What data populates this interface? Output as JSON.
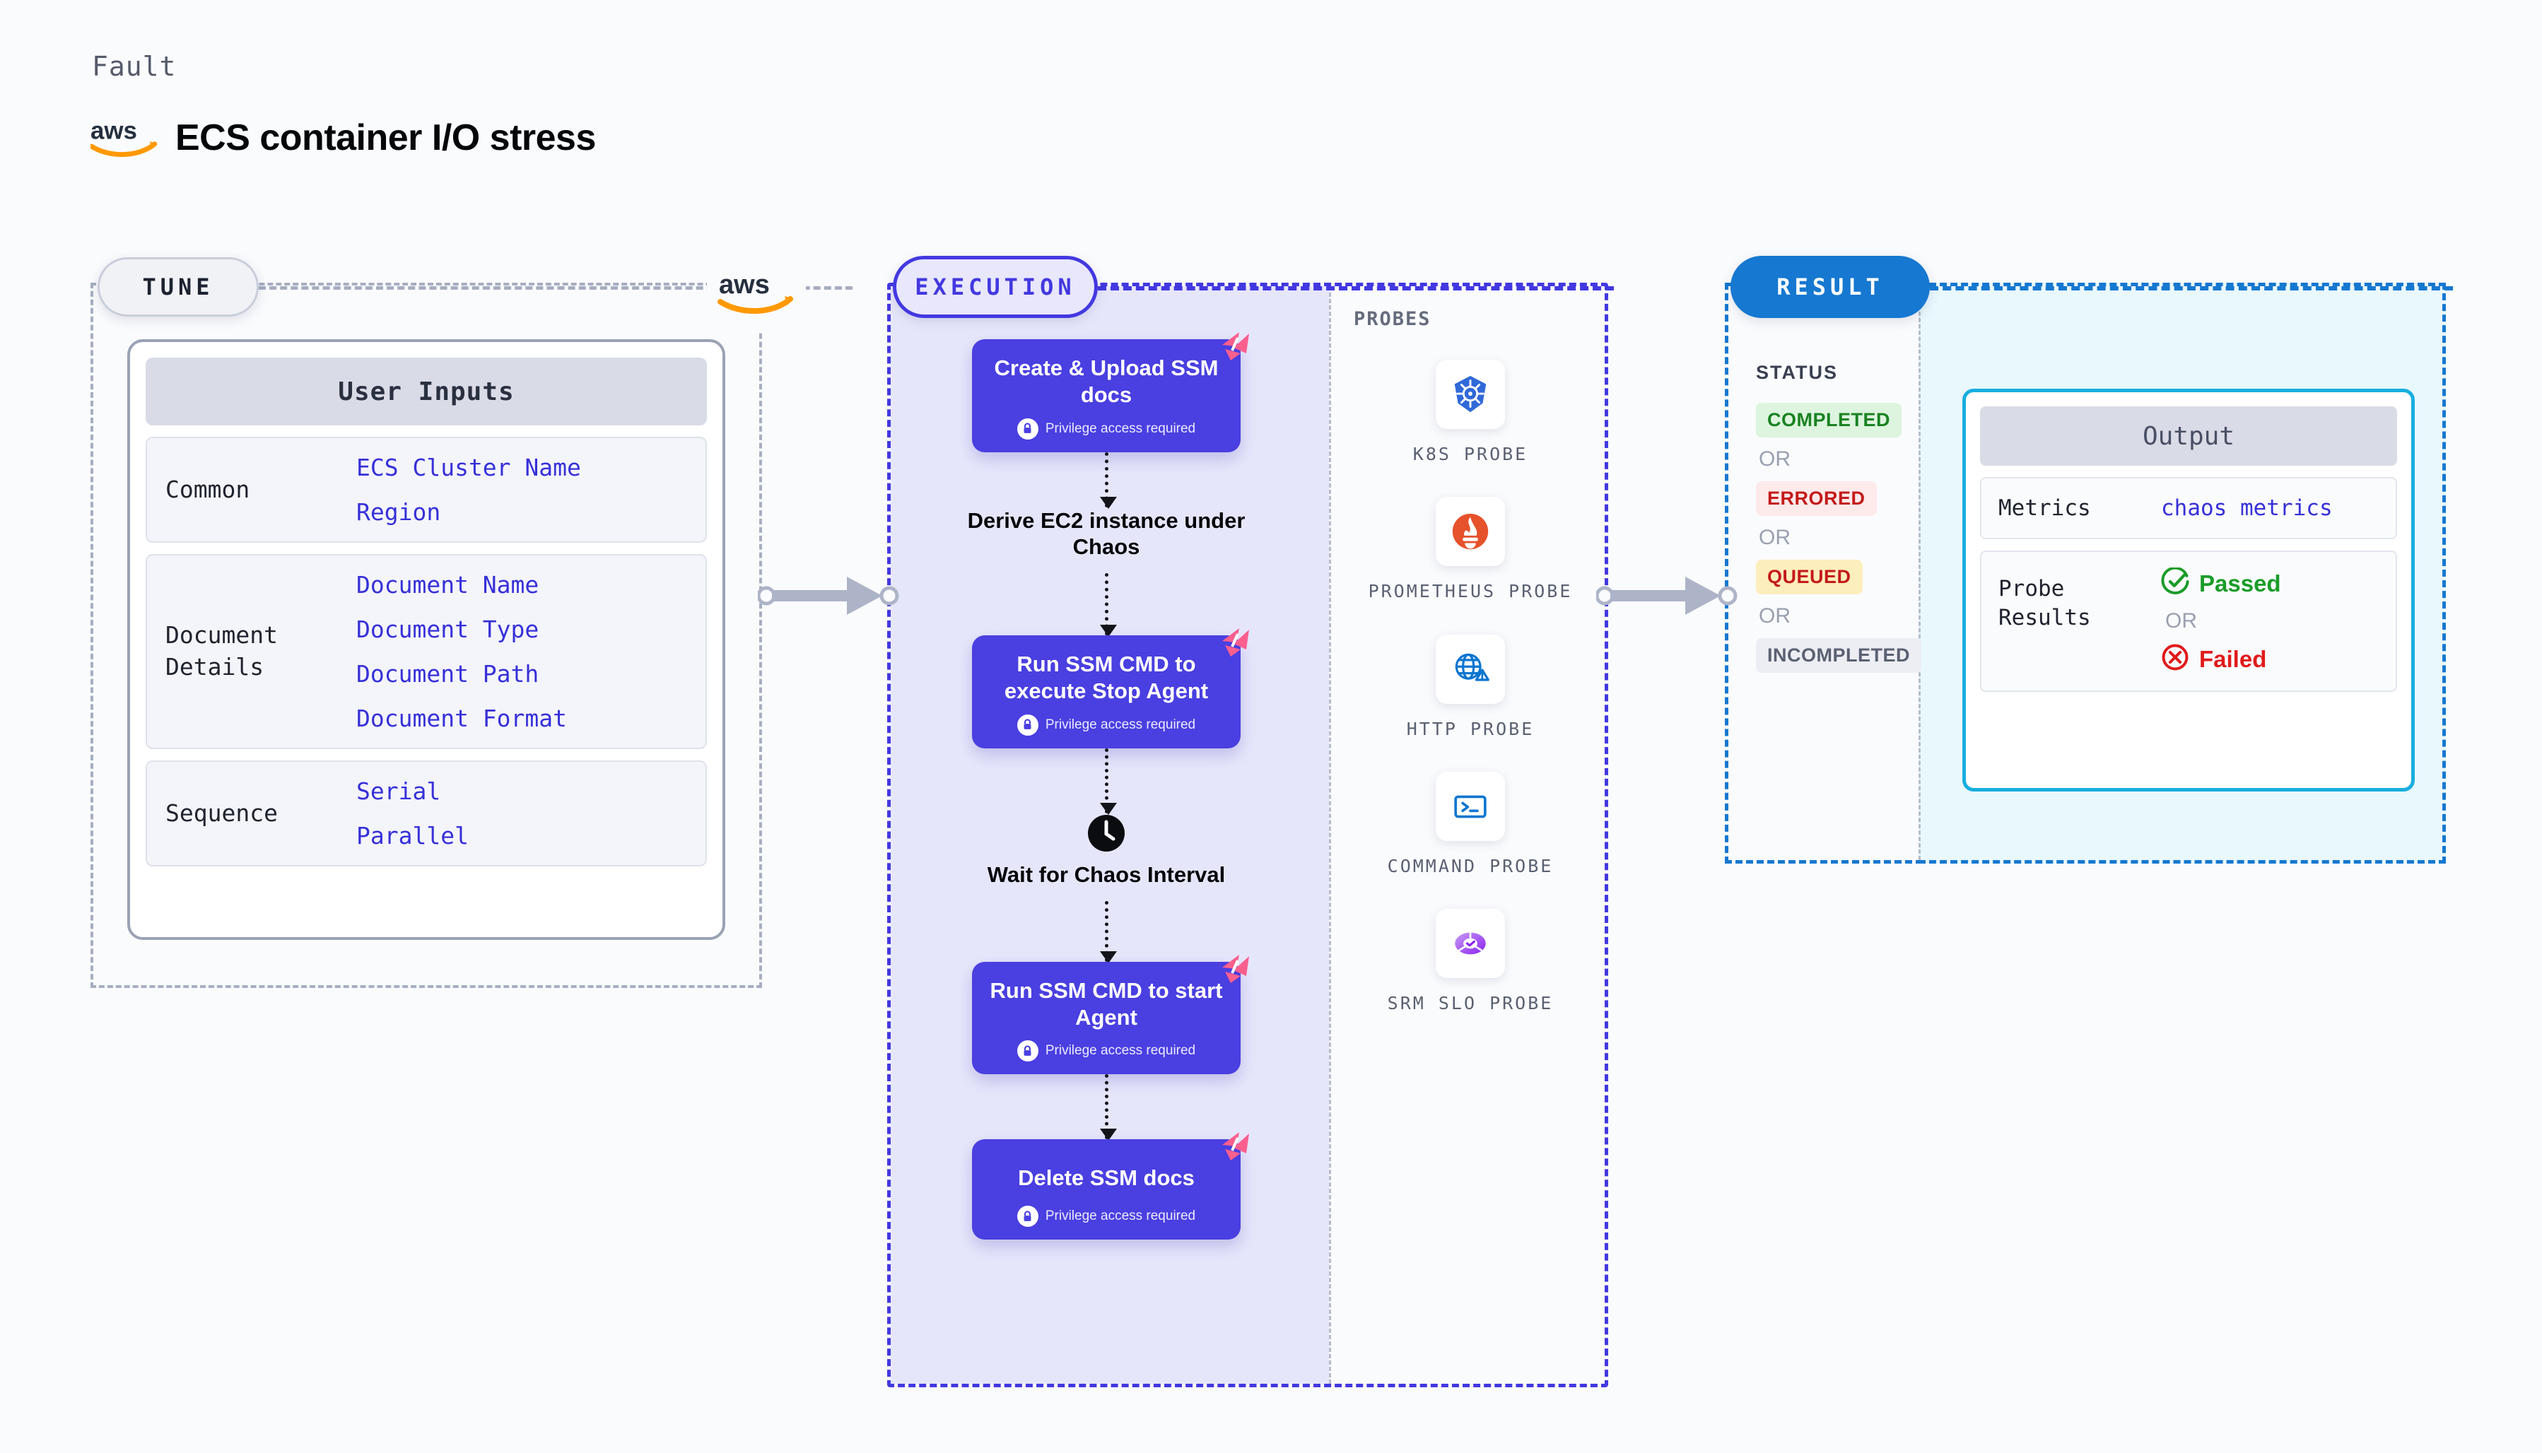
{
  "header": {
    "eyebrow": "Fault",
    "logo_icon": "aws-logo",
    "title": "ECS container I/O stress"
  },
  "tune": {
    "pill_label": "TUNE",
    "aws_icon": "aws-logo",
    "card_title": "User Inputs",
    "groups": [
      {
        "label": "Common",
        "values": [
          "ECS Cluster Name",
          "Region"
        ]
      },
      {
        "label": "Document\nDetails",
        "values": [
          "Document Name",
          "Document Type",
          "Document Path",
          "Document Format"
        ]
      },
      {
        "label": "Sequence",
        "values": [
          "Serial",
          "Parallel"
        ]
      }
    ]
  },
  "execution": {
    "pill_label": "EXECUTION",
    "privilege_note": "Privilege access required",
    "lock_icon": "lock-icon",
    "ribbon_icon": "chaos-ribbon-icon",
    "clock_icon": "clock-icon",
    "steps": [
      {
        "type": "box",
        "title": "Create & Upload SSM docs",
        "privileged": true
      },
      {
        "type": "plain",
        "title": "Derive EC2 instance under Chaos",
        "icon": ""
      },
      {
        "type": "box",
        "title": "Run SSM CMD to execute Stop Agent",
        "privileged": true
      },
      {
        "type": "plain",
        "title": "Wait for Chaos Interval",
        "icon": "clock-icon"
      },
      {
        "type": "box",
        "title": "Run SSM CMD to start Agent",
        "privileged": true
      },
      {
        "type": "box",
        "title": "Delete SSM docs",
        "privileged": true
      }
    ],
    "probes_label": "PROBES",
    "probes": [
      {
        "name": "K8S PROBE",
        "icon": "kubernetes-icon"
      },
      {
        "name": "PROMETHEUS PROBE",
        "icon": "prometheus-icon"
      },
      {
        "name": "HTTP PROBE",
        "icon": "http-globe-icon"
      },
      {
        "name": "COMMAND PROBE",
        "icon": "terminal-icon"
      },
      {
        "name": "SRM SLO PROBE",
        "icon": "srm-slo-icon"
      }
    ]
  },
  "result": {
    "pill_label": "RESULT",
    "status_label": "STATUS",
    "or_label": "OR",
    "statuses": [
      {
        "label": "COMPLETED",
        "fg": "#1a8222",
        "bg": "#ddf5de"
      },
      {
        "label": "ERRORED",
        "fg": "#c41a1a",
        "bg": "#fdeaea"
      },
      {
        "label": "QUEUED",
        "fg": "#c41a1a",
        "bg": "#fdeebd"
      },
      {
        "label": "INCOMPLETED",
        "fg": "#5b6172",
        "bg": "#eceef4"
      }
    ],
    "output": {
      "title": "Output",
      "metrics_key": "Metrics",
      "metrics_value": "chaos metrics",
      "probe_key": "Probe\nResults",
      "passed_label": "Passed",
      "failed_label": "Failed",
      "passed_icon": "check-circle-icon",
      "failed_icon": "x-circle-icon"
    }
  },
  "colors": {
    "accent_purple": "#4338e0",
    "accent_blue": "#1678d0",
    "accent_cyan": "#18aee0",
    "ribbon_pink": "#fb5f8e",
    "aws_orange": "#ff9900"
  }
}
